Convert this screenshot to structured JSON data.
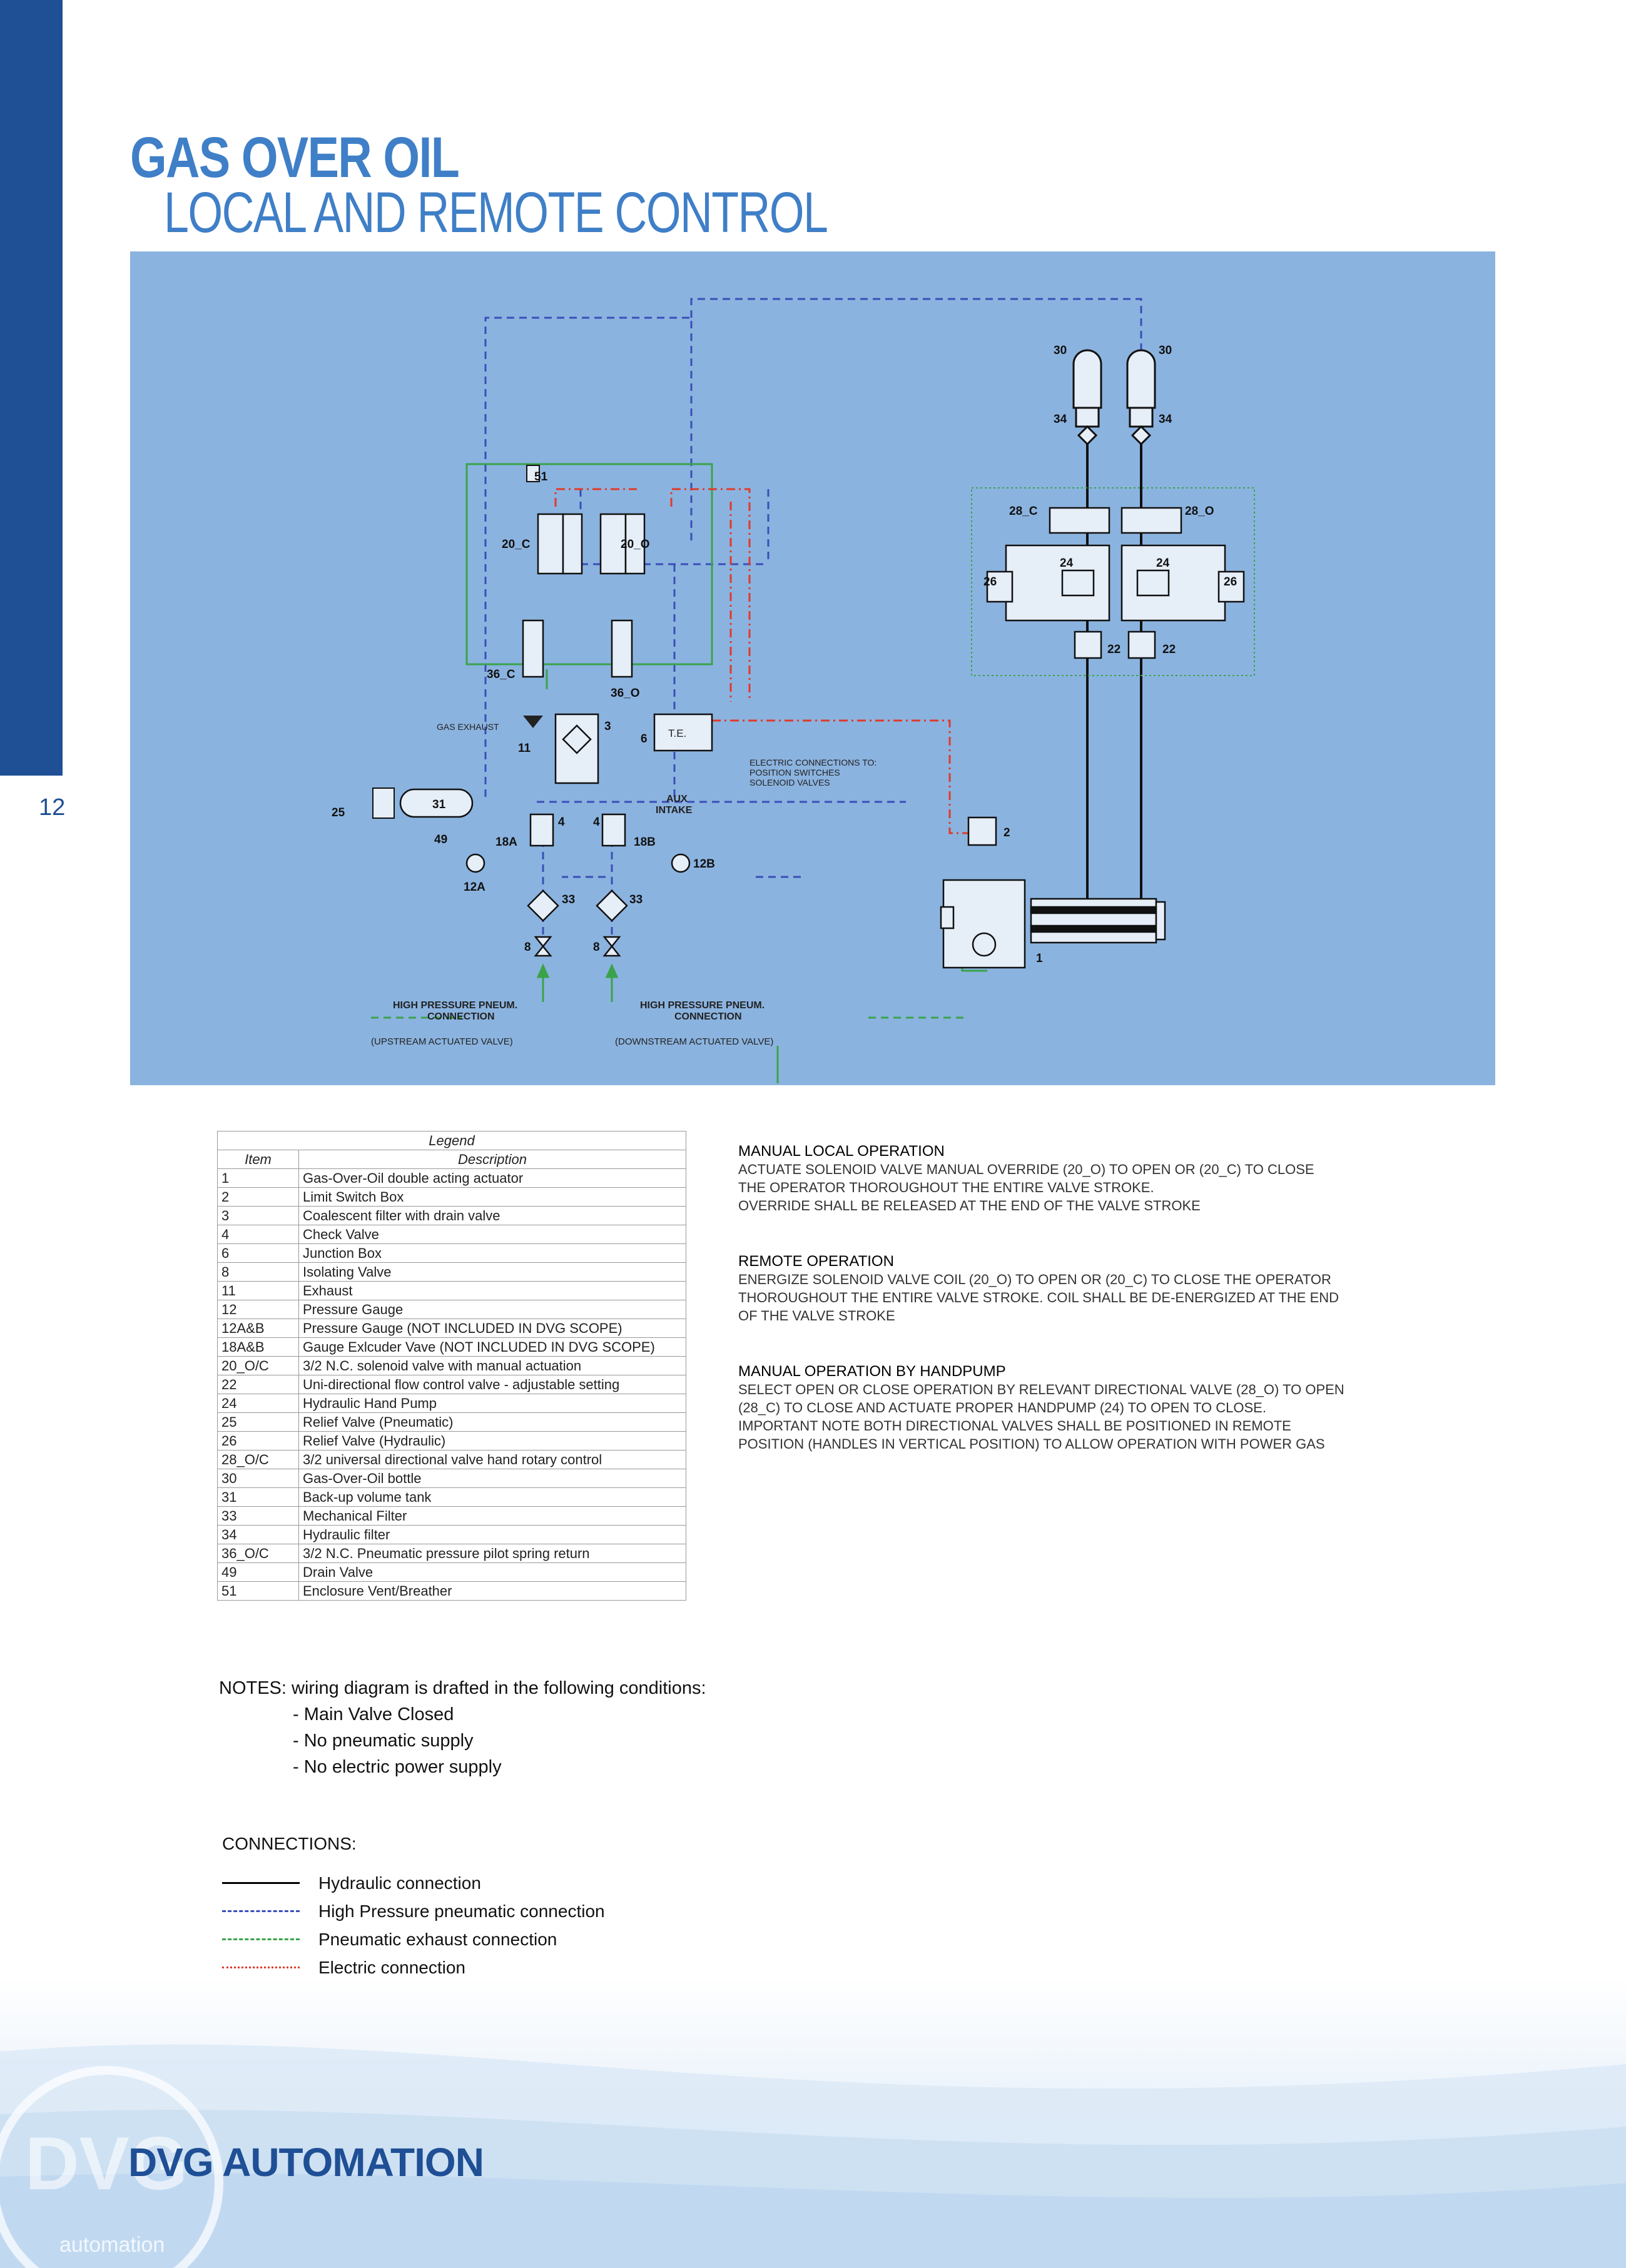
{
  "page": {
    "number": "12",
    "title_line1": "GAS OVER OIL",
    "title_line2": "LOCAL AND REMOTE CONTROL"
  },
  "diagram": {
    "labels": {
      "l51": "51",
      "l20c": "20_C",
      "l20o": "20_O",
      "l36c": "36_C",
      "l36o": "36_O",
      "l3": "3",
      "l6": "6",
      "l11": "11",
      "te": "T.E.",
      "gas_exhaust": "GAS EXHAUST",
      "electric1": "ELECTRIC CONNECTIONS TO:",
      "electric2": "POSITION SWITCHES",
      "electric3": "SOLENOID VALVES",
      "l25": "25",
      "l31": "31",
      "l49": "49",
      "l18a": "18A",
      "l12a": "12A",
      "l4a": "4",
      "l4b": "4",
      "aux1": "AUX",
      "aux2": "INTAKE",
      "l18b": "18B",
      "l12b": "12B",
      "l33a": "33",
      "l33b": "33",
      "l8a": "8",
      "l8b": "8",
      "hp_up1": "HIGH PRESSURE PNEUM.",
      "hp_up2": "CONNECTION",
      "hp_up3": "(UPSTREAM ACTUATED VALVE)",
      "hp_dn1": "HIGH PRESSURE PNEUM.",
      "hp_dn2": "CONNECTION",
      "hp_dn3": "(DOWNSTREAM ACTUATED VALVE)",
      "l30a": "30",
      "l30b": "30",
      "l34a": "34",
      "l34b": "34",
      "l28c": "28_C",
      "l28o": "28_O",
      "l24a": "24",
      "l24b": "24",
      "l26a": "26",
      "l26b": "26",
      "l22a": "22",
      "l22b": "22",
      "l2": "2",
      "l1": "1"
    }
  },
  "legend": {
    "title": "Legend",
    "col_item": "Item",
    "col_desc": "Description",
    "rows": [
      [
        "1",
        "Gas-Over-Oil double acting actuator"
      ],
      [
        "2",
        "Limit Switch Box"
      ],
      [
        "3",
        "Coalescent filter with drain valve"
      ],
      [
        "4",
        "Check Valve"
      ],
      [
        "6",
        "Junction Box"
      ],
      [
        "8",
        "Isolating Valve"
      ],
      [
        "11",
        "Exhaust"
      ],
      [
        "12",
        "Pressure Gauge"
      ],
      [
        "12A&B",
        "Pressure Gauge (NOT INCLUDED IN DVG SCOPE)"
      ],
      [
        "18A&B",
        "Gauge Exlcuder Vave (NOT INCLUDED IN DVG SCOPE)"
      ],
      [
        "20_O/C",
        "3/2 N.C. solenoid valve with manual actuation"
      ],
      [
        "22",
        "Uni-directional flow control valve - adjustable setting"
      ],
      [
        "24",
        "Hydraulic Hand Pump"
      ],
      [
        "25",
        "Relief Valve (Pneumatic)"
      ],
      [
        "26",
        "Relief Valve (Hydraulic)"
      ],
      [
        "28_O/C",
        "3/2 universal directional valve hand rotary control"
      ],
      [
        "30",
        "Gas-Over-Oil bottle"
      ],
      [
        "31",
        "Back-up volume tank"
      ],
      [
        "33",
        "Mechanical Filter"
      ],
      [
        "34",
        "Hydraulic filter"
      ],
      [
        "36_O/C",
        "3/2 N.C. Pneumatic pressure pilot spring return"
      ],
      [
        "49",
        "Drain Valve"
      ],
      [
        "51",
        "Enclosure Vent/Breather"
      ]
    ]
  },
  "operations": [
    {
      "heading": "MANUAL LOCAL OPERATION",
      "lines": [
        "ACTUATE SOLENOID VALVE MANUAL OVERRIDE (20_O) TO OPEN OR (20_C) TO CLOSE",
        "THE OPERATOR THOROUGHOUT THE ENTIRE VALVE STROKE.",
        "OVERRIDE SHALL BE RELEASED AT THE END OF THE VALVE STROKE"
      ]
    },
    {
      "heading": "REMOTE OPERATION",
      "lines": [
        "ENERGIZE SOLENOID VALVE COIL (20_O) TO OPEN OR (20_C) TO CLOSE THE OPERATOR",
        "THOROUGHOUT THE ENTIRE VALVE STROKE. COIL SHALL BE DE-ENERGIZED AT THE END",
        "OF THE VALVE STROKE"
      ]
    },
    {
      "heading": "MANUAL OPERATION BY HANDPUMP",
      "lines": [
        "SELECT OPEN OR CLOSE OPERATION BY RELEVANT DIRECTIONAL VALVE (28_O) TO OPEN",
        "(28_C) TO CLOSE AND ACTUATE PROPER HANDPUMP (24) TO OPEN TO CLOSE.",
        "IMPORTANT NOTE BOTH DIRECTIONAL VALVES SHALL BE POSITIONED IN REMOTE",
        "POSITION (HANDLES IN VERTICAL POSITION) TO ALLOW OPERATION WITH POWER GAS"
      ]
    }
  ],
  "notes": {
    "heading": "NOTES: wiring diagram is drafted in the following conditions:",
    "items": [
      "- Main Valve Closed",
      "- No pneumatic supply",
      "- No electric power supply"
    ]
  },
  "connections": {
    "heading": "CONNECTIONS:",
    "items": [
      {
        "label": "Hydraulic connection",
        "color": "#000000",
        "style": "solid"
      },
      {
        "label": "High Pressure pneumatic connection",
        "color": "#3a4fb8",
        "style": "dashed"
      },
      {
        "label": "Pneumatic exhaust connection",
        "color": "#3aa34a",
        "style": "dashed"
      },
      {
        "label": "Electric connection",
        "color": "#e03a2a",
        "style": "dashdot"
      }
    ]
  },
  "footer": {
    "brand": "DVG AUTOMATION",
    "logo_text": "DVG",
    "logo_sub": "automation"
  }
}
